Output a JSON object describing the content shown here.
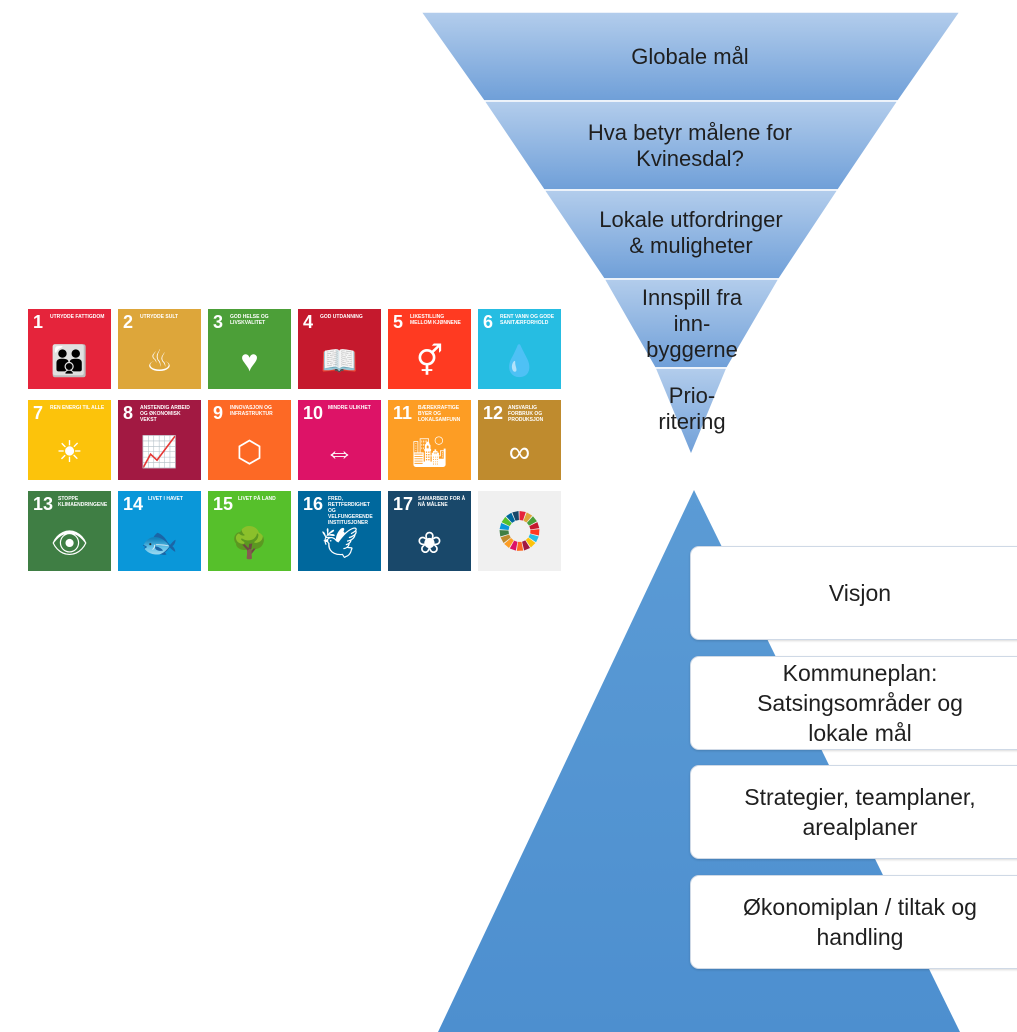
{
  "funnel": {
    "levels": [
      {
        "label": "Globale mål"
      },
      {
        "label": "Hva betyr målene for\nKvinesdal?"
      },
      {
        "label": "Lokale utfordringer\n& muligheter"
      },
      {
        "label": "Innspill fra\ninn-\nbyggerne"
      },
      {
        "label": "Prio-\nritering"
      }
    ]
  },
  "pyramid": {
    "levels": [
      {
        "label": "Visjon"
      },
      {
        "label": "Kommuneplan:\nSatsingsområder og\nlokale mål"
      },
      {
        "label": "Strategier, teamplaner,\narealplaner"
      },
      {
        "label": "Økonomiplan / tiltak og\nhandling"
      }
    ]
  },
  "sdg_tiles": [
    {
      "number": "1",
      "title": "Utrydde fattigdom",
      "color": "#e5243b",
      "icon": "family-icon",
      "glyph": "👪"
    },
    {
      "number": "2",
      "title": "Utrydde sult",
      "color": "#dda63a",
      "icon": "bowl-icon",
      "glyph": "♨"
    },
    {
      "number": "3",
      "title": "God helse og livskvalitet",
      "color": "#4c9f38",
      "icon": "heartbeat-icon",
      "glyph": "♥"
    },
    {
      "number": "4",
      "title": "God utdanning",
      "color": "#c5192d",
      "icon": "book-icon",
      "glyph": "📖"
    },
    {
      "number": "5",
      "title": "Likestilling mellom kjønnene",
      "color": "#ff3a21",
      "icon": "gender-icon",
      "glyph": "⚥"
    },
    {
      "number": "6",
      "title": "Rent vann og gode sanitærforhold",
      "color": "#26bde2",
      "icon": "water-drop-icon",
      "glyph": "💧"
    },
    {
      "number": "7",
      "title": "Ren energi til alle",
      "color": "#fcc30b",
      "icon": "sun-icon",
      "glyph": "☀"
    },
    {
      "number": "8",
      "title": "Anstendig arbeid og økonomisk vekst",
      "color": "#a21942",
      "icon": "growth-chart-icon",
      "glyph": "📈"
    },
    {
      "number": "9",
      "title": "Innovasjon og infrastruktur",
      "color": "#fd6925",
      "icon": "cubes-icon",
      "glyph": "⬡"
    },
    {
      "number": "10",
      "title": "Mindre ulikhet",
      "color": "#dd1367",
      "icon": "equal-arrows-icon",
      "glyph": "⇔"
    },
    {
      "number": "11",
      "title": "Bærekraftige byer og lokalsamfunn",
      "color": "#fd9d24",
      "icon": "city-icon",
      "glyph": "🏙"
    },
    {
      "number": "12",
      "title": "Ansvarlig forbruk og produksjon",
      "color": "#bf8b2e",
      "icon": "infinity-icon",
      "glyph": "∞"
    },
    {
      "number": "13",
      "title": "Stoppe klimaendringene",
      "color": "#3f7e44",
      "icon": "eye-globe-icon",
      "glyph": "👁"
    },
    {
      "number": "14",
      "title": "Livet i havet",
      "color": "#0a97d9",
      "icon": "fish-icon",
      "glyph": "🐟"
    },
    {
      "number": "15",
      "title": "Livet på land",
      "color": "#56c02b",
      "icon": "tree-icon",
      "glyph": "🌳"
    },
    {
      "number": "16",
      "title": "Fred, rettferdighet og velfungerende institusjoner",
      "color": "#00689d",
      "icon": "dove-icon",
      "glyph": "🕊"
    },
    {
      "number": "17",
      "title": "Samarbeid for å nå målene",
      "color": "#19486a",
      "icon": "flower-rings-icon",
      "glyph": "❀"
    },
    {
      "number": "",
      "title": "",
      "color": "#f0f0f0",
      "icon": "sdg-wheel-icon",
      "glyph": ""
    }
  ],
  "colors": {
    "funnel_top": "#a9c4e8",
    "funnel_bottom": "#6e9bd6",
    "funnel_stroke": "#ffffff",
    "pyramid_fill": "#5b9bd5"
  }
}
